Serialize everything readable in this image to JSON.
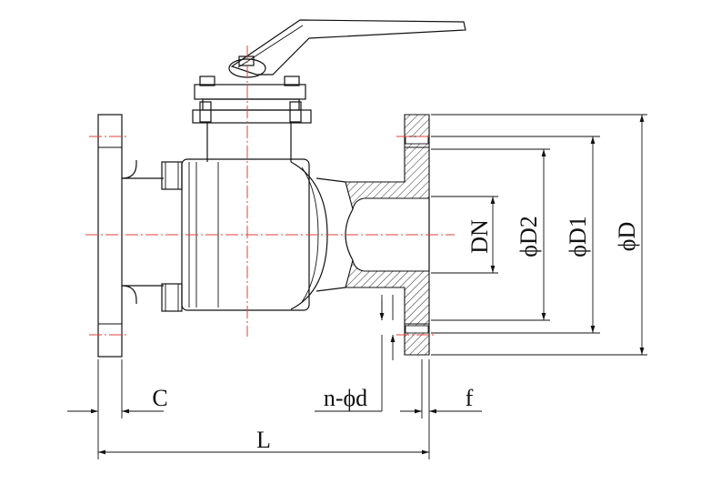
{
  "labels": {
    "dn": "DN",
    "phi_d2": "ϕD2",
    "phi_d1": "ϕD1",
    "phi_d": "ϕD",
    "c": "C",
    "n_phi_d": "n-ϕd",
    "f": "f",
    "l": "L"
  },
  "colors": {
    "outline": "#111111",
    "centerline": "#e0403a",
    "background": "#ffffff"
  }
}
